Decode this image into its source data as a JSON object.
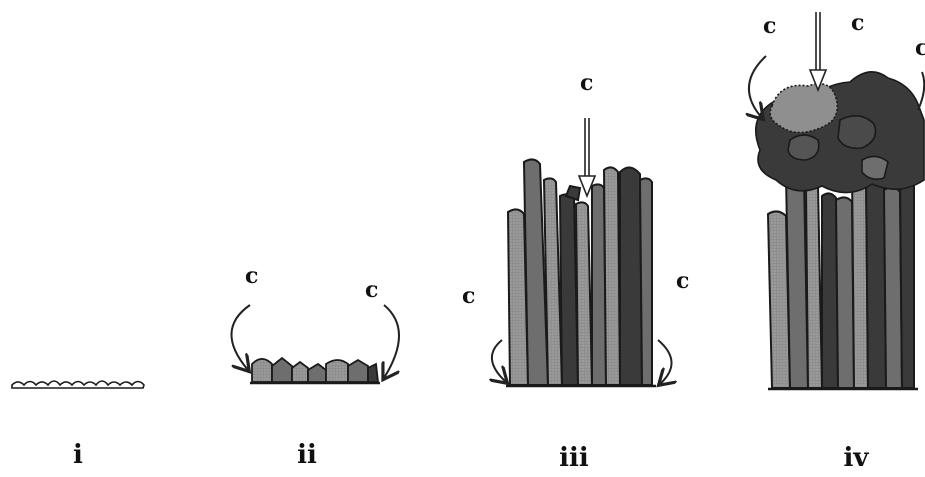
{
  "stages": [
    {
      "id": "i",
      "label": "i",
      "c_labels": []
    },
    {
      "id": "ii",
      "label": "ii",
      "c_labels": [
        "c",
        "c"
      ]
    },
    {
      "id": "iii",
      "label": "iii",
      "c_labels": [
        "c",
        "c",
        "c"
      ]
    },
    {
      "id": "iv",
      "label": "iv",
      "c_labels": [
        "c",
        "c",
        "c"
      ]
    }
  ],
  "colors": {
    "light_fill": "#9a9a9a",
    "mid_fill": "#6e6e6e",
    "dark_fill": "#3a3a3a",
    "outline": "#1a1a1a",
    "arrow": "#222222"
  }
}
